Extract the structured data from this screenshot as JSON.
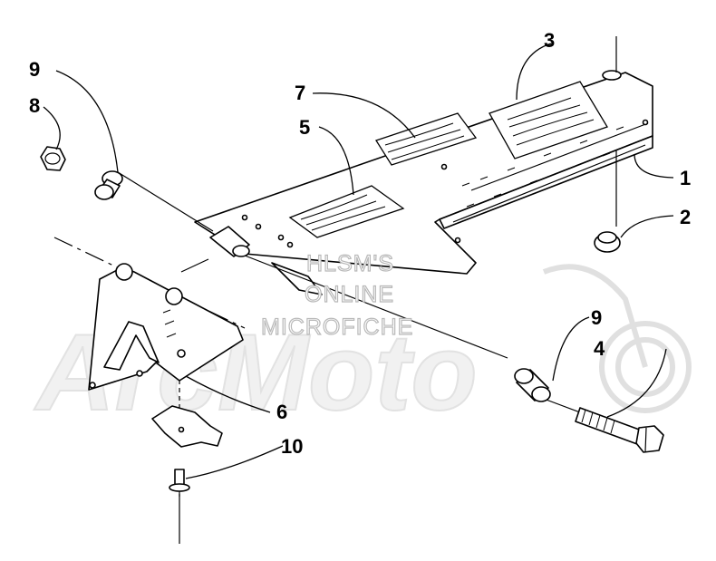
{
  "watermark": {
    "lines": [
      "HLSM'S",
      "ONLINE",
      "MICROFICHE"
    ],
    "brand": "ArcMoto"
  },
  "callouts": {
    "c1": "1",
    "c2": "2",
    "c3": "3",
    "c4": "4",
    "c5": "5",
    "c6": "6",
    "c7": "7",
    "c8": "8",
    "c9a": "9",
    "c9b": "9",
    "c10": "10"
  }
}
